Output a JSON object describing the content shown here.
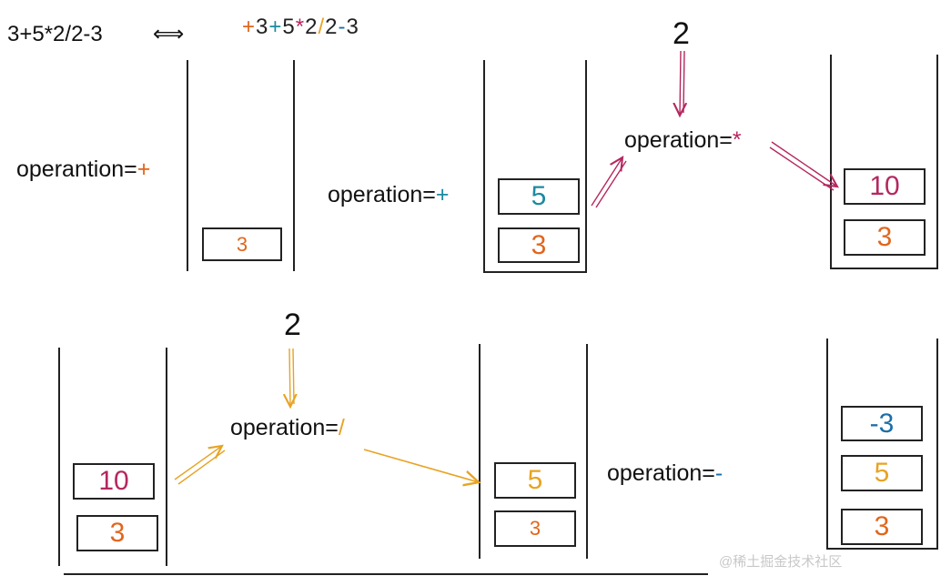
{
  "header": {
    "equation": "3+5*2/2-3",
    "iff_symbol": "⟺",
    "expression": [
      {
        "text": "+",
        "color": "#e0661c"
      },
      {
        "text": "3",
        "color": "#222222"
      },
      {
        "text": "+",
        "color": "#1c8aa0"
      },
      {
        "text": "5",
        "color": "#222222"
      },
      {
        "text": "*",
        "color": "#b5275f"
      },
      {
        "text": "2",
        "color": "#222222"
      },
      {
        "text": "/",
        "color": "#e8a323"
      },
      {
        "text": "2",
        "color": "#222222"
      },
      {
        "text": "-",
        "color": "#1a6fa8"
      },
      {
        "text": "3",
        "color": "#222222"
      }
    ]
  },
  "steps": {
    "s1": {
      "label": "operantion=",
      "sym": "+",
      "sym_color": "#e0661c",
      "boxes": [
        "3"
      ]
    },
    "s2": {
      "label": "operation=",
      "sym": "+",
      "sym_color": "#1c8aa0",
      "boxes": [
        "5",
        "3"
      ]
    },
    "s3": {
      "label": "operation=",
      "sym": "*",
      "sym_color": "#b5275f",
      "incoming": "2",
      "boxes": [
        "10",
        "3"
      ]
    },
    "s4": {
      "boxes": [
        "10",
        "3"
      ]
    },
    "s5": {
      "label": "operation=",
      "sym": "/",
      "sym_color": "#e8a323",
      "incoming": "2"
    },
    "s6": {
      "boxes": [
        "5",
        "3"
      ]
    },
    "s7": {
      "label": "operation=",
      "sym": "-",
      "sym_color": "#1a6fa8"
    },
    "s8": {
      "boxes": [
        "-3",
        "5",
        "3"
      ]
    }
  },
  "colors": {
    "orange": "#e0661c",
    "teal": "#1c8aa0",
    "magenta": "#b5275f",
    "gold": "#e8a323",
    "blue": "#1a6fa8"
  },
  "watermark": "@稀土掘金技术社区"
}
